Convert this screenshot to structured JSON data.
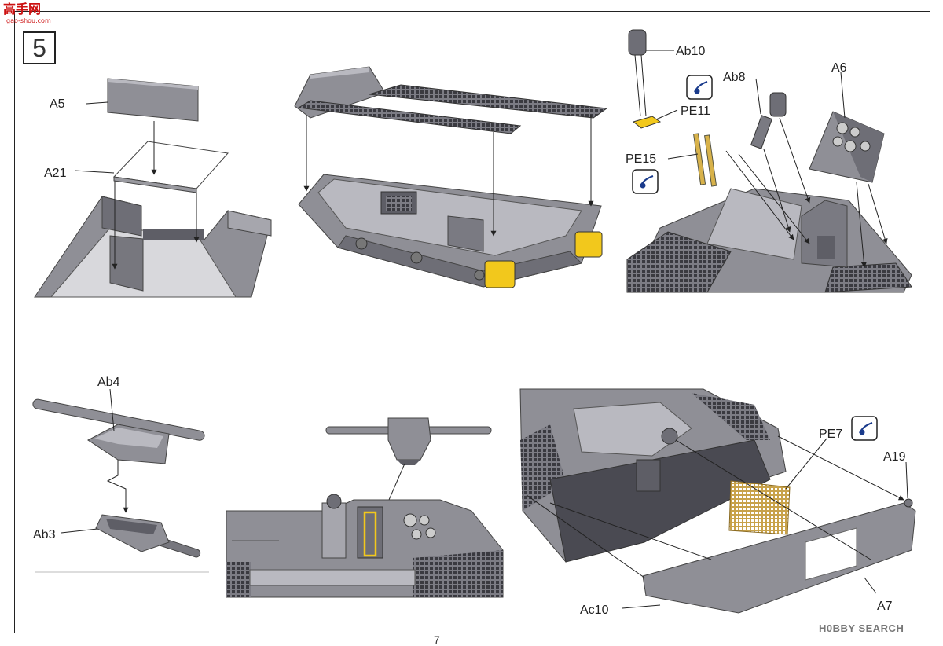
{
  "watermark": {
    "title": "高手网",
    "subtitle": "gao-shou.com"
  },
  "step_number": "5",
  "footer": {
    "search": "H0BBY SEARCH",
    "page": "7"
  },
  "labels": {
    "a5": "A5",
    "a21": "A21",
    "ab10": "Ab10",
    "pe11": "PE11",
    "ab8": "Ab8",
    "a6": "A6",
    "pe15": "PE15",
    "ab4": "Ab4",
    "ab3": "Ab3",
    "pe7": "PE7",
    "a19": "A19",
    "ac10": "Ac10",
    "a7": "A7"
  },
  "icons": [
    "photo-etch-icon",
    "photo-etch-icon",
    "photo-etch-icon"
  ],
  "colors": {
    "part": "#8f8f96",
    "part_dark": "#5e5e66",
    "part_light": "#b9b9c0",
    "yellow": "#f2c81c",
    "brass": "#d8b24a",
    "line": "#222222"
  }
}
